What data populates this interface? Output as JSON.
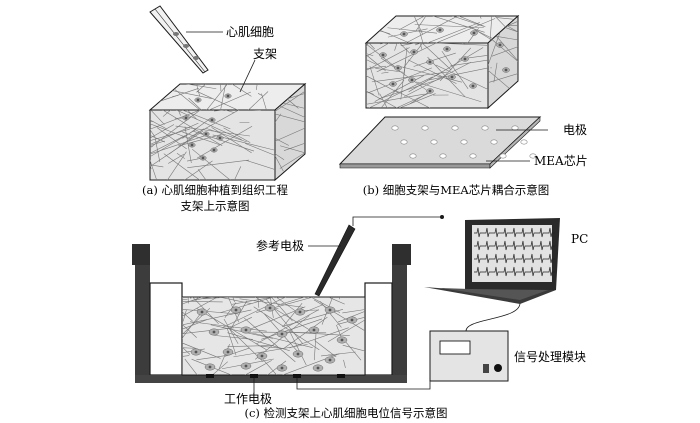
{
  "labels": {
    "cardiomyocyte": "心肌细胞",
    "scaffold": "支架",
    "electrode": "电极",
    "mea_chip": "MEA芯片",
    "reference_electrode": "参考电极",
    "pc": "PC",
    "signal_module": "信号处理模块",
    "working_electrode": "工作电极"
  },
  "captions": {
    "a_line1": "(a) 心肌细胞种植到组织工程",
    "a_line2": "支架上示意图",
    "b": "(b) 细胞支架与MEA芯片耦合示意图",
    "c": "(c) 检测支架上心肌细胞电位信号示意图"
  },
  "colors": {
    "line": "#1a1a1a",
    "scaffold_fill": "#e6e6e6",
    "cell": "#a7a7a7",
    "chip": "#d9d9d9",
    "wall": "#3a3a3a",
    "screen": "#e0e0e0"
  }
}
